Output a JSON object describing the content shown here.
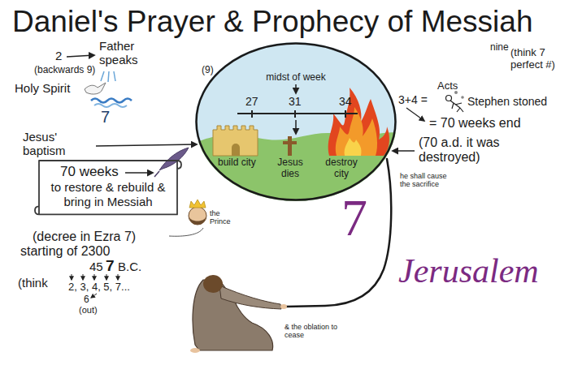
{
  "diagram": {
    "title": "Daniel's Prayer & Prophecy of Messiah",
    "nodes": [
      {
        "text": [
          "midst of week",
          "27",
          "31",
          "34",
          "build city",
          "Jesus dies",
          "destroy city"
        ]
      },
      {
        "text": [
          "70 weeks",
          "to restore & rebuild & bring in Messiah"
        ]
      }
    ],
    "labels": [
      "(backwards 9)",
      "(9)",
      "nine",
      "(think 7 perfect #)",
      "2",
      "Father speaks",
      "Holy Spirit",
      "7",
      "Jesus' baptism",
      "Acts",
      "3+4 =",
      "Stephen stoned",
      "= 70 weeks end",
      "(70 a.d. it was destroyed)",
      "he shall cause the sacrifice",
      "the Prince",
      "(decree in Ezra 7)",
      "starting of 2300",
      "45",
      "7",
      "B.C.",
      "(think",
      "2, 3, 4, 5, 7...",
      "6",
      "(out)",
      "7",
      "Jerusalem",
      "& the oblation to cease"
    ]
  }
}
